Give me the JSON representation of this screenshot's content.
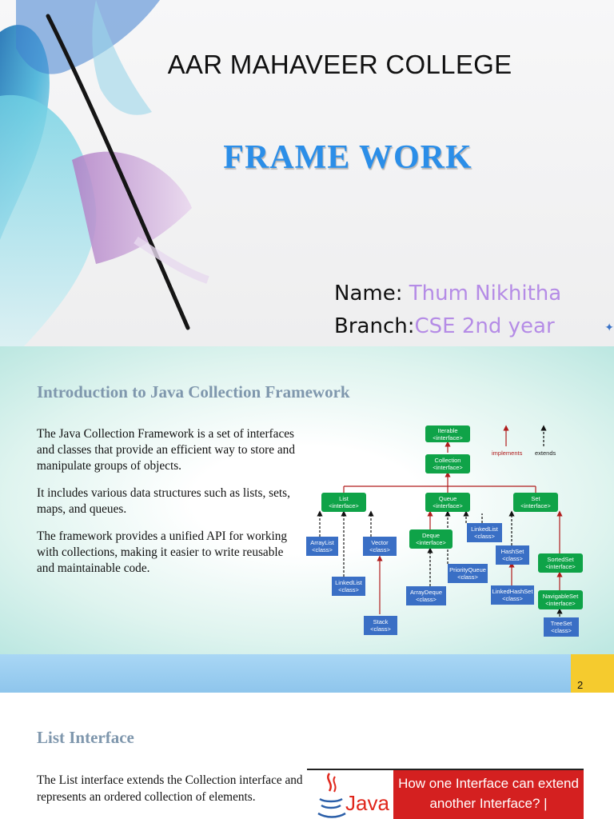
{
  "slide1": {
    "college": "AAR MAHAVEER COLLEGE",
    "title": "FRAME WORK",
    "name_label": "Name:",
    "name_value": " Thum Nikhitha",
    "branch_label": "Branch:",
    "branch_value": "CSE 2nd year"
  },
  "slide2": {
    "title": "Introduction to Java Collection Framework",
    "paragraphs": [
      "The Java Collection Framework is a set of interfaces and classes that provide an efficient way to store and manipulate groups of objects.",
      "It includes various data structures such as lists, sets, maps, and queues.",
      "The framework provides a unified API for working with collections, making it easier to write reusable and maintainable code."
    ],
    "diagram": {
      "legend": {
        "implements": "implements",
        "extends": "extends"
      },
      "nodes": {
        "iterable": {
          "name": "Iterable",
          "kind": "<interface>"
        },
        "collection": {
          "name": "Collection",
          "kind": "<interface>"
        },
        "list": {
          "name": "List",
          "kind": "<interface>"
        },
        "queue": {
          "name": "Queue",
          "kind": "<interface>"
        },
        "set": {
          "name": "Set",
          "kind": "<interface>"
        },
        "arraylist": {
          "name": "ArrayList",
          "kind": "<class>"
        },
        "vector": {
          "name": "Vector",
          "kind": "<class>"
        },
        "linkedlist1": {
          "name": "LinkedList",
          "kind": "<class>"
        },
        "stack": {
          "name": "Stack",
          "kind": "<class>"
        },
        "deque": {
          "name": "Deque",
          "kind": "<interface>"
        },
        "linkedlist2": {
          "name": "LinkedList",
          "kind": "<class>"
        },
        "priorityqueue": {
          "name": "PriorityQueue",
          "kind": "<class>"
        },
        "arraydeque": {
          "name": "ArrayDeque",
          "kind": "<class>"
        },
        "hashset": {
          "name": "HashSet",
          "kind": "<class>"
        },
        "linkedhashset": {
          "name": "LinkedHashSet",
          "kind": "<class>"
        },
        "sortedset": {
          "name": "SortedSet",
          "kind": "<interface>"
        },
        "navigableset": {
          "name": "NavigableSet",
          "kind": "<interface>"
        },
        "treeset": {
          "name": "TreeSet",
          "kind": "<class>"
        }
      }
    },
    "page_number": "2",
    "colors": {
      "interface": "#0fa348",
      "class": "#3a6fc5",
      "implements_arrow": "#b01c1c",
      "footer": "#a9d7f5",
      "accent": "#f5cb2e"
    }
  },
  "slide3": {
    "title": "List Interface",
    "body": "The List interface extends the Collection interface and represents an ordered collection of elements.",
    "thumbnail": {
      "logo_text": "Java",
      "banner_line1": "How one Interface can extend",
      "banner_line2": "another Interface? |"
    }
  }
}
